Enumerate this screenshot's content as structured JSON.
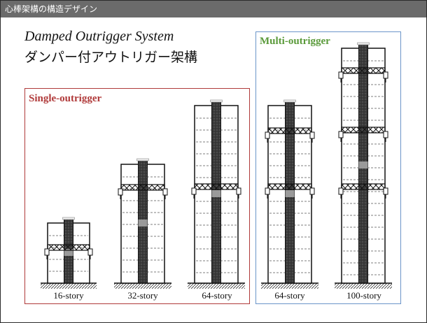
{
  "header": {
    "title": "心棒架構の構造デザイン"
  },
  "title": {
    "english": "Damped Outrigger System",
    "japanese": "ダンパー付アウトリガー架構"
  },
  "groups": {
    "single": {
      "label": "Single-outrigger",
      "color": "#b03a3a"
    },
    "multi": {
      "label": "Multi-outrigger",
      "color": "#5a9a3a"
    }
  },
  "buildings": [
    {
      "caption": "16-story"
    },
    {
      "caption": "32-story"
    },
    {
      "caption": "64-story"
    },
    {
      "caption": "64-story"
    },
    {
      "caption": "100-story"
    }
  ]
}
